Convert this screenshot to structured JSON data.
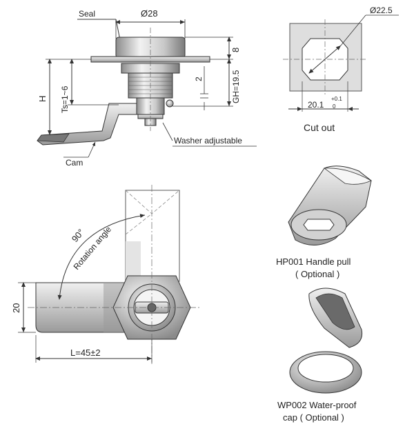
{
  "lock_side_view": {
    "seal_label": "Seal",
    "diameter_label": "Ø28",
    "height_label": "H",
    "ts_label": "Ts=1~6",
    "flange_dim": "8",
    "gh_label": "GH=19.5",
    "step_dim": "2",
    "washer_label": "Washer adjustable",
    "cam_label": "Cam"
  },
  "cutout": {
    "diameter_label": "Ø22.5",
    "width_label": "20.1",
    "tol_upper": "+0.1",
    "tol_lower": "0",
    "caption": "Cut out"
  },
  "top_view": {
    "angle_label": "90°",
    "rotation_label": "Rotation angle",
    "height_dim": "20",
    "length_dim": "L=45±2"
  },
  "handle_pull": {
    "caption_line1": "HP001 Handle pull",
    "caption_line2": "( Optional )"
  },
  "waterproof_cap": {
    "caption_line1": "WP002 Water-proof",
    "caption_line2": "cap ( Optional )"
  },
  "colors": {
    "line": "#333333",
    "fill_light": "#eeeeee",
    "fill_mid": "#cfcfcf",
    "fill_dark": "#9a9a9a"
  }
}
